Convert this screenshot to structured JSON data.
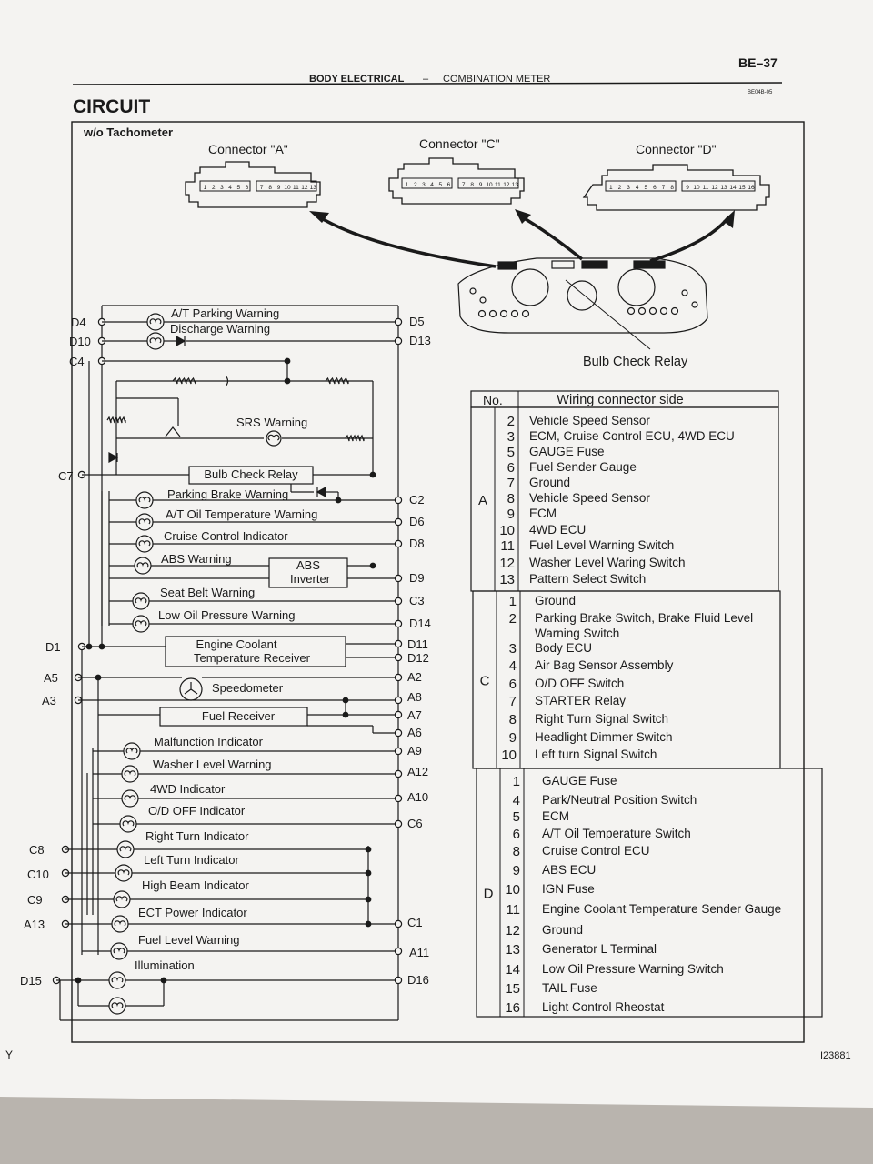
{
  "header": {
    "page_code": "BE–37",
    "section": "BODY ELECTRICAL",
    "dash": "–",
    "subsection": "COMBINATION METER",
    "ref_code": "BE04B-05",
    "title": "CIRCUIT"
  },
  "diagram": {
    "variant": "w/o Tachometer",
    "connectors": [
      {
        "label": "Connector \"A\"",
        "pins_left": [
          "1",
          "2",
          "3",
          "4",
          "5",
          "6"
        ],
        "pins_right": [
          "7",
          "8",
          "9",
          "10",
          "11",
          "12",
          "13"
        ]
      },
      {
        "label": "Connector \"C\"",
        "pins_left": [
          "1",
          "2",
          "3",
          "4",
          "5",
          "6"
        ],
        "pins_right": [
          "7",
          "8",
          "9",
          "10",
          "11",
          "12",
          "13"
        ]
      },
      {
        "label": "Connector \"D\"",
        "pins_left": [
          "1",
          "2",
          "3",
          "4",
          "5",
          "6",
          "7",
          "8"
        ],
        "pins_right": [
          "9",
          "10",
          "11",
          "12",
          "13",
          "14",
          "15",
          "16"
        ]
      }
    ],
    "bulb_check_relay_callout": "Bulb Check Relay",
    "left_pins": [
      "D4",
      "D10",
      "C4",
      "C7",
      "D1",
      "A5",
      "A3",
      "C8",
      "C10",
      "C9",
      "A13",
      "D15"
    ],
    "right_pins": [
      "D5",
      "D13",
      "C2",
      "D6",
      "D8",
      "D9",
      "C3",
      "D14",
      "D11",
      "D12",
      "A2",
      "A8",
      "A7",
      "A6",
      "A9",
      "A12",
      "A10",
      "C6",
      "C1",
      "A11",
      "D16"
    ],
    "components": {
      "at_parking_warning": "A/T Parking Warning",
      "discharge_warning": "Discharge Warning",
      "srs_warning": "SRS Warning",
      "bulb_check_relay": "Bulb Check Relay",
      "parking_brake_warning": "Parking Brake Warning",
      "at_oil_temp_warning": "A/T Oil Temperature Warning",
      "cruise_control_indicator": "Cruise Control Indicator",
      "abs_warning": "ABS Warning",
      "abs_inverter": [
        "ABS",
        "Inverter"
      ],
      "seat_belt_warning": "Seat Belt Warning",
      "low_oil_pressure_warning": "Low Oil Pressure Warning",
      "engine_coolant_receiver": [
        "Engine Coolant",
        "Temperature Receiver"
      ],
      "speedometer": "Speedometer",
      "fuel_receiver": "Fuel Receiver",
      "malfunction_indicator": "Malfunction Indicator",
      "washer_level_warning": "Washer Level Warning",
      "fourwd_indicator": "4WD Indicator",
      "od_off_indicator": "O/D OFF Indicator",
      "right_turn_indicator": "Right Turn Indicator",
      "left_turn_indicator": "Left Turn Indicator",
      "high_beam_indicator": "High Beam Indicator",
      "ect_power_indicator": "ECT Power Indicator",
      "fuel_level_warning": "Fuel Level Warning",
      "illumination": "Illumination"
    }
  },
  "wiring_table": {
    "col_no": "No.",
    "col_side": "Wiring connector side",
    "groups": [
      {
        "connector": "A",
        "rows": [
          {
            "no": "2",
            "desc": "Vehicle Speed Sensor"
          },
          {
            "no": "3",
            "desc": "ECM, Cruise Control ECU, 4WD ECU"
          },
          {
            "no": "5",
            "desc": "GAUGE Fuse"
          },
          {
            "no": "6",
            "desc": "Fuel Sender Gauge"
          },
          {
            "no": "7",
            "desc": "Ground"
          },
          {
            "no": "8",
            "desc": "Vehicle Speed Sensor"
          },
          {
            "no": "9",
            "desc": "ECM"
          },
          {
            "no": "10",
            "desc": "4WD ECU"
          },
          {
            "no": "11",
            "desc": "Fuel Level Warning Switch"
          },
          {
            "no": "12",
            "desc": "Washer Level Waring Switch"
          },
          {
            "no": "13",
            "desc": "Pattern Select Switch"
          }
        ]
      },
      {
        "connector": "C",
        "rows": [
          {
            "no": "1",
            "desc": "Ground"
          },
          {
            "no": "2",
            "desc": "Parking Brake Switch, Brake Fluid Level",
            "desc2": "Warning Switch"
          },
          {
            "no": "3",
            "desc": "Body ECU"
          },
          {
            "no": "4",
            "desc": "Air Bag Sensor Assembly"
          },
          {
            "no": "6",
            "desc": "O/D OFF Switch"
          },
          {
            "no": "7",
            "desc": "STARTER Relay"
          },
          {
            "no": "8",
            "desc": "Right Turn Signal Switch"
          },
          {
            "no": "9",
            "desc": "Headlight Dimmer Switch"
          },
          {
            "no": "10",
            "desc": "Left turn Signal Switch"
          }
        ]
      },
      {
        "connector": "D",
        "rows": [
          {
            "no": "1",
            "desc": "GAUGE Fuse"
          },
          {
            "no": "4",
            "desc": "Park/Neutral Position Switch"
          },
          {
            "no": "5",
            "desc": "ECM"
          },
          {
            "no": "6",
            "desc": "A/T Oil Temperature Switch"
          },
          {
            "no": "8",
            "desc": "Cruise Control ECU"
          },
          {
            "no": "9",
            "desc": "ABS ECU"
          },
          {
            "no": "10",
            "desc": "IGN Fuse"
          },
          {
            "no": "11",
            "desc": "Engine Coolant Temperature Sender Gauge"
          },
          {
            "no": "12",
            "desc": "Ground"
          },
          {
            "no": "13",
            "desc": "Generator L Terminal"
          },
          {
            "no": "14",
            "desc": "Low Oil Pressure Warning Switch"
          },
          {
            "no": "15",
            "desc": "TAIL Fuse"
          },
          {
            "no": "16",
            "desc": "Light Control Rheostat"
          }
        ]
      }
    ]
  },
  "footer": {
    "left_mark": "Y",
    "figure_code": "I23881"
  }
}
